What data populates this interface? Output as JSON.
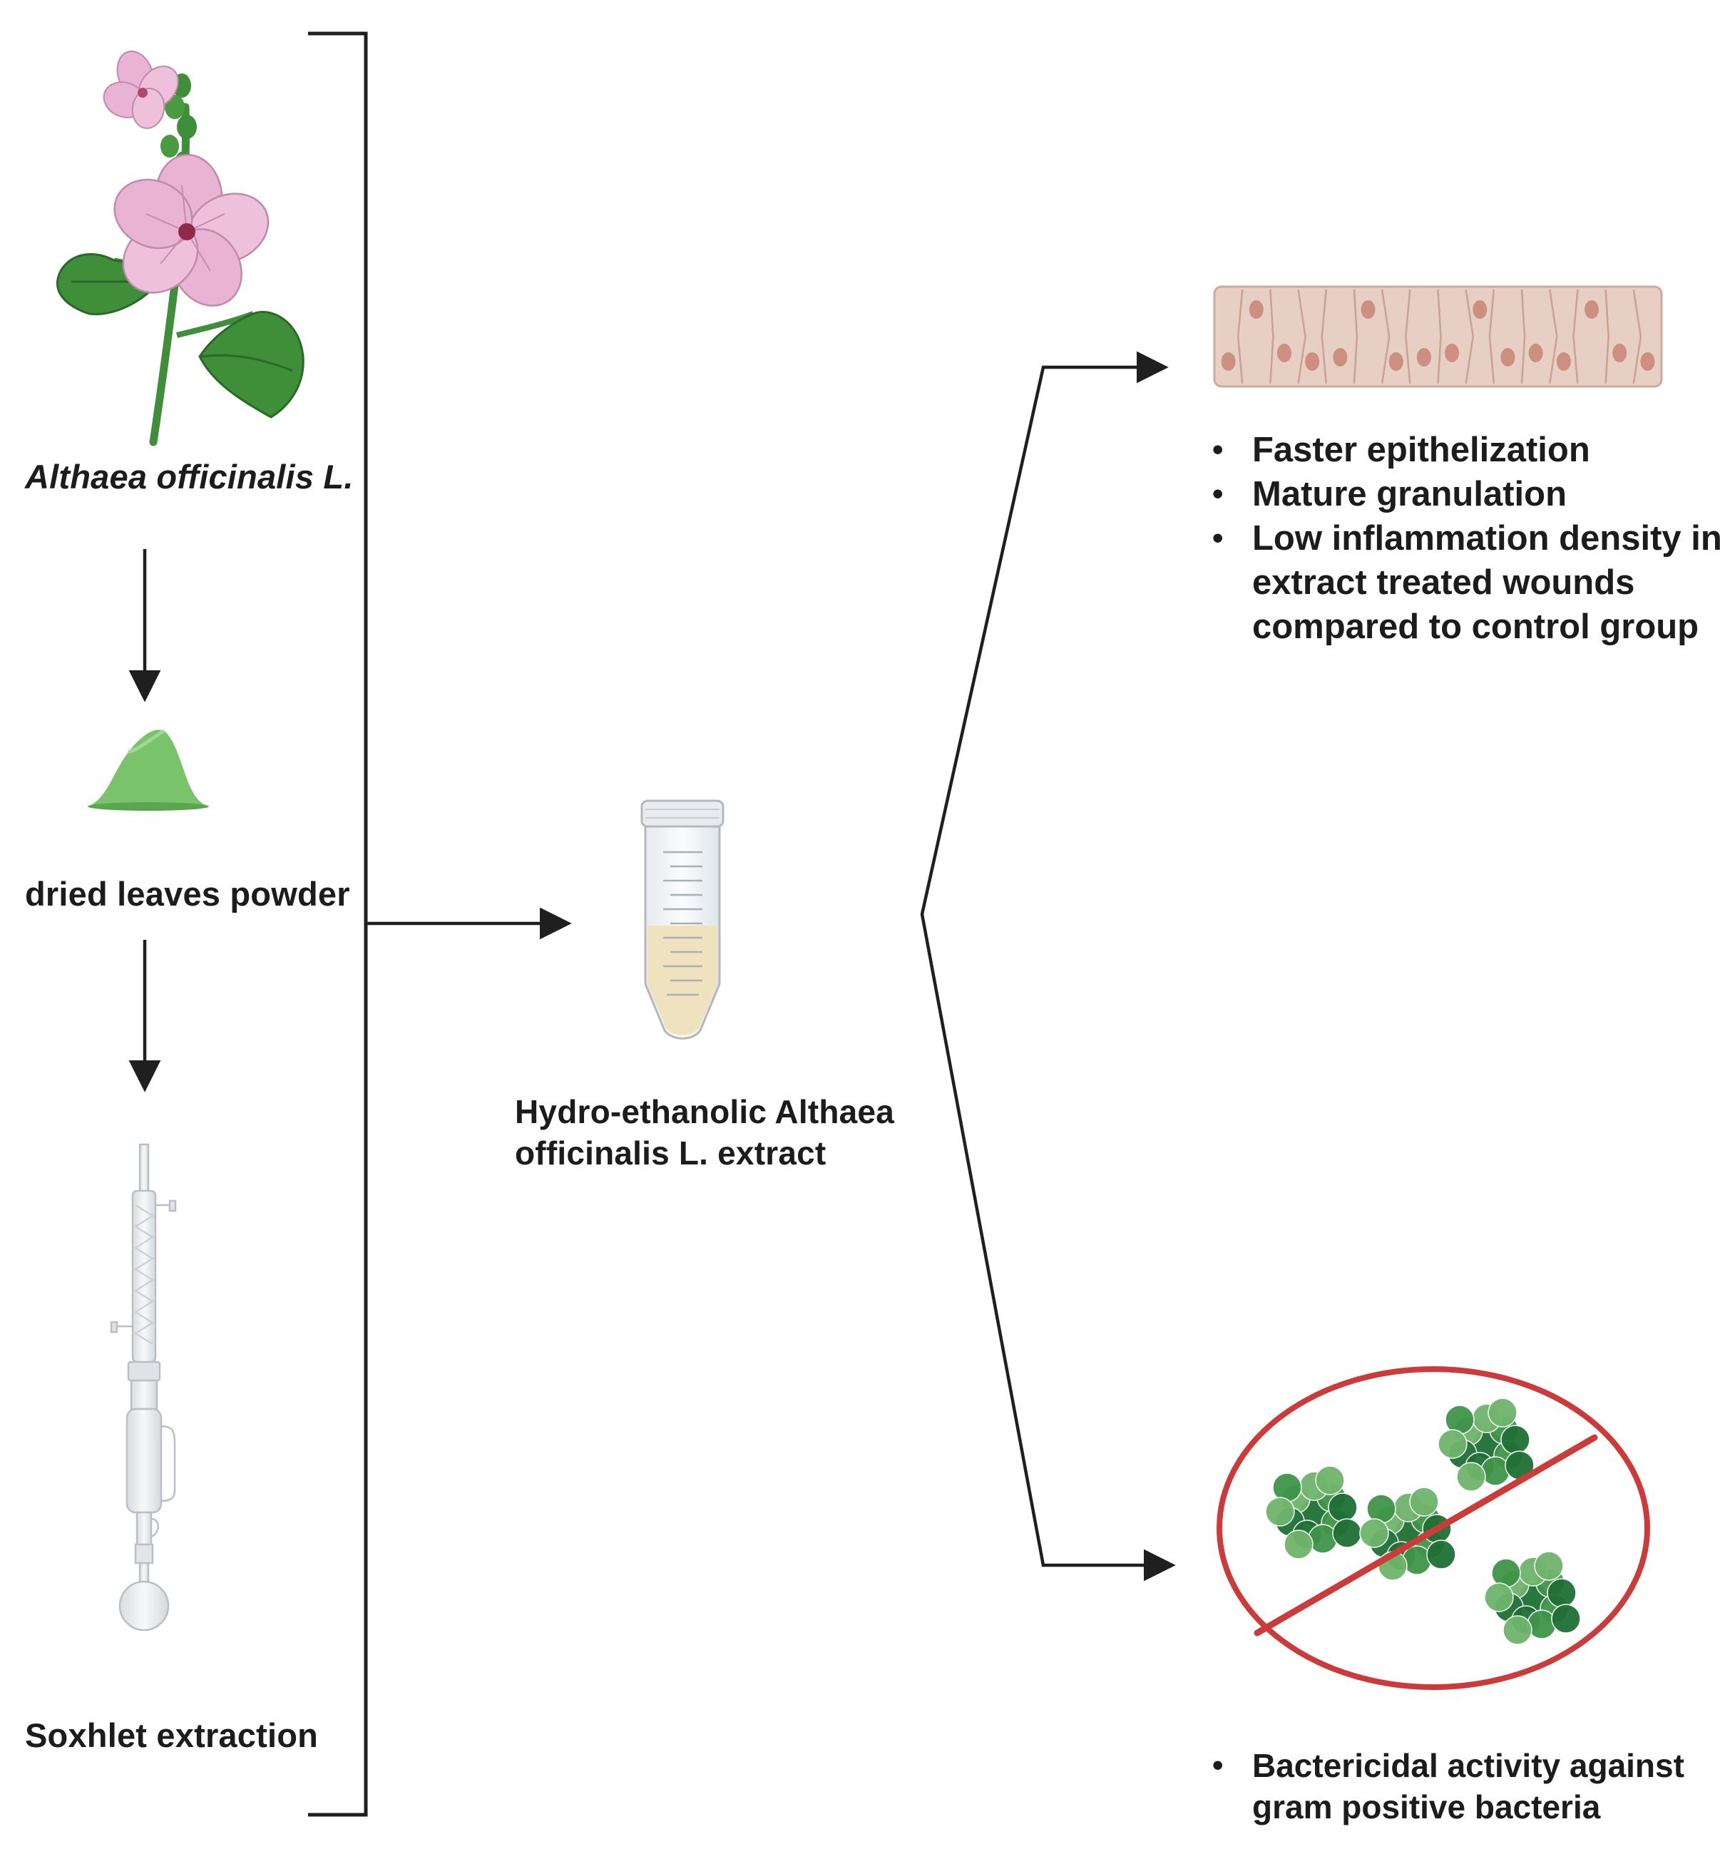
{
  "left_column": {
    "plant_label": "Althaea officinalis L.",
    "powder_label": "dried leaves powder",
    "soxhlet_label": "Soxhlet extraction"
  },
  "center": {
    "extract_label_line1": "Hydro-ethanolic Althaea",
    "extract_label_line2": "officinalis L. extract"
  },
  "outcomes": {
    "wound_healing": [
      "Faster epithelization",
      "Mature granulation",
      "Low inflammation density in extract treated wounds compared to control group"
    ],
    "antibacterial": [
      "Bactericidal activity against gram positive bacteria"
    ]
  },
  "colors": {
    "stroke": "#1f1f1f",
    "leaf_green": "#3f8f3a",
    "flower_pink": "#e9b3d4",
    "powder_green": "#79c46b",
    "tube_liquid": "#efe2bf",
    "epithelium": "#e8cfc4",
    "nucleus": "#cc8f80",
    "prohibition_red": "#cc3a3a",
    "bacteria_dark": "#1f6f35",
    "bacteria_light": "#6fb56c"
  }
}
